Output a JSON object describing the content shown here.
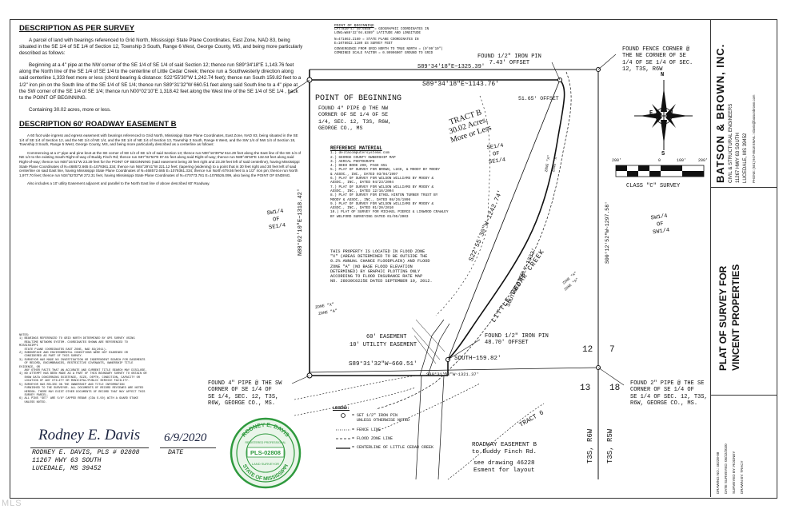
{
  "description_survey": {
    "heading": "DESCRIPTION AS PER SURVEY",
    "p1": "A parcel of land with bearings referenced to Grid North, Mississippi State Plane Coordinates, East Zone, NAD 83, being situated in the SE 1/4 of SE 1/4 of Section 12, Township 3 South, Range 6 West, George County, MS, and being more particularly described as follows:",
    "p2": "Beginning at a 4\" pipe at the NW corner of the SE 1/4 of SE 1/4 of said Section 12; thence run S89°34'18\"E 1,143.76 feet along the North line of the SE 1/4 of SE 1/4 to the centerline of Little Cedar Creek; thence run a Southwesterly direction along said centerline 1,333 feet more or less (chord bearing & distance: S22°55'30\"W 1,242.74 feet); thence run South 159.82 feet to a 1/2\" iron pin on the South line of the SE 1/4 of SE 1/4; thence run S89°31'32\"W 660.51 feet along said South line to a 4\" pipe at the SW corner of the SE 1/4 of SE 1/4; thence run N00°02'10\"E 1,318.42 feet along the West line of the SE 1/4 of SE 1/4 , back to the POINT OF BEGINNING.",
    "p3": "Containing 30.02 acres, more or less."
  },
  "description_easement": {
    "heading": "DESCRIPTION 60' ROADWAY EASEMENT B",
    "p1": "A 60 foot wide ingress and egress easement with bearings referenced to Grid North, Mississippi State Plane Coordinates, East Zone, NAD 83, being situated in the SE 1/4 of SE 1/4 of Section 12, and the NE 1/4 of NE 1/4, and the SE 1/4 of NE 1/4 of Section 13, Township 3 South, Range 6 West, and the SW 1/4 of NW 1/4 of Section 18, Township 3 South, Range 5 West, George County, MS, and being more particularly described as a centerline as follows:",
    "p2": "Commencing at a 2\" pipe and pine knot at the SE corner of SE 1/4 of SE 1/4 of said Section 13; thence run N00°16'39\"W 614.29 feet along the East line of the SE 1/4 of NE 1/4 to the existing South Right-of-way of Buddy Finch Rd; thence run S87°02'53\"E 87.61 feet along said Right-of-way; thence run N89°46'50\"E 132.53 feet along said Right-of-way; thence run N00°16'41\"W 23.39 feet for the POINT OF BEGINNING (said easement being 30 feet right and 23.39 feet left of said centerline), having Mississippi State Plane Coordinates of N=468572.665 E=1079361.334; thence run N84°29'41\"W 221.12 feet; (tapering (widening) to a point that is 30 feet right and 30 feet left of said centerline on said East line, having Mississippi State Plane Coordinates of N=468572.665 E=1079361.334; thence run North 679.56 feet to a 1/2\" iron pin; thence run North 1,977.70 feet; thence run N34°52'03\"W 272.31 feet, having Mississippi State Plane Coordinates of N=470773.781 E=1078526.099, also being the POINT OF ENDING.",
    "p3": "Also includes a 10' utility Easement adjacent and parallel to the North East line of above described 60' Roadway."
  },
  "notes": [
    "NOTES:",
    "1) BEARINGS REFERENCED TO GRID NORTH DETERMINED BY GPS SURVEY USING",
    "   REALTIME NETWORK SYSTEM. COORDINATES SHOWN ARE REFERENCED TO MISSISSIPPI",
    "   STATE PLANE COORDINATES EAST ZONE, NAD 83(2011).",
    "2) SUBSURFACE AND ENVIRONMENTAL CONDITIONS WERE NOT EXAMINED OR",
    "   CONSIDERED AS PART OF THIS SURVEY.",
    "3) SURVEYOR HAS MADE NO INVESTIGATION OR INDEPENDENT SEARCH FOR EASEMENTS",
    "   OF RECORD, ENCUMBRANCES, RESTRICTIVE COVENANTS, OWNERSHIP TITLE EVIDENCE, OR",
    "   ANY OTHER FACTS THAT AN ACCURATE AND CURRENT TITLE SEARCH MAY DISCLOSE.",
    "4) NO ATTEMPT HAS BEEN MADE AS A PART OF THIS BOUNDARY SURVEY TO OBTAIN OR",
    "   SHOW DATA CONCERNING EXISTENCE, SIZE, DEPTH, CONDITION, CAPACITY OR",
    "   LOCATION OF ANY UTILITY OR MUNICIPAL/PUBLIC SERVICE FACILITY.",
    "5) SURVEYOR HAS RELIED ON THE OWNERSHIP AND TITLE INFORMATION",
    "   FURNISHED TO THE SURVEYOR. ALL DOCUMENTS OF RECORD REVIEWED ARE NOTED",
    "   HEREON. THERE MAY EXIST OTHER DOCUMENTS OF RECORD THAT MAY AFFECT THIS",
    "   SURVEY PARCEL.",
    "6) ALL PINS 'SET' ARE 5/8\" CAPPED REBAR (CDA S-50) WITH A GUARD STAKE",
    "   UNLESS NOTED."
  ],
  "surveyor": {
    "signature": "Rodney E. Davis",
    "date_written": "6/9/2020",
    "name_line": "RODNEY E. DAVIS, PLS # 02808",
    "date_label": "DATE",
    "address1": "11267 HWY 63 SOUTH",
    "address2": "LUCEDALE, MS 39452"
  },
  "seal": {
    "top_text": "RODNEY E. DAVIS",
    "number": "PLS-02808",
    "middle": "LAND SURVEYOR",
    "bottom_text": "STATE OF MISSISSIPPI",
    "outer_text": "REGISTERED PROFESSIONAL"
  },
  "point_of_beginning_block": {
    "title": "POINT OF BEGINNING",
    "lat": "LAT=N30°47'49.6658\" = GEOGRAPHIC COORDINATES IN",
    "long": "LONG=W88°32'04.8369\"   LATITUDE AND LONGITUDE",
    "n": "N=471863.2160  = STATE PLANE COORDINATES IN",
    "e": "E=1078022.1180    US SURVEY FEET",
    "conv1": "CONVERGENCE FROM GRID NORTH TO TRUE NORTH = (0'09'10\")",
    "conv2": "COMBINED SCALE FACTOR = 0.99996007 GROUND TO GRID"
  },
  "reference": {
    "title": "REFERENCE MATERIAL",
    "items": [
      "1.) deltacomputersystems.com",
      "2.) GEORGE COUNTY OWNERSHIP MAP",
      "3.) AERIAL PHOTOGRAPH",
      "4.) DEED BOOK 290, PAGE 651",
      "5.) PLAT OF SURVEY FOR BROWN, LUCE, & MOODY BY MOODY",
      "    & ASSOC., INC., DATED 03/04/1997",
      "6.) PLAT OF SURVEY FOR WILSON WILLIAMS BY MOODY &",
      "    ASSOC., INC., DATED 04/23/2004",
      "7.) PLAT OF SURVEY FOR WILSON WILLIAMS BY MOODY &",
      "    ASSOC., INC., DATED 12/16/2004",
      "8.) PLAT OF SURVEY FOR ETHEL HINTON TURNER TRUST BY",
      "    MOODY & ASSOC., INC., DATED 08/26/1996",
      "9.) PLAT OF SURVEY FOR WILSON WILLIAMS BY MOODY &",
      "    ASSOC., INC., DATED 01/20/2010",
      "10.) PLAT OF SURVEY FOR MICHAEL PIERCE & LINWOOD CRAWLEY",
      "     BY WELFORD SURVEYING DATED 01/05/2003"
    ]
  },
  "flood_note": [
    "THIS PROPERTY IS LOCATED IN FLOOD ZONE",
    "\"X\" (AREAS DETERMINED TO BE OUTSIDE THE",
    "0.2% ANNUAL CHANCE FLOODPLAIN) AND FLOOD",
    "ZONE \"A\" (NO BASE FLOOD ELEVATION",
    "DETERMINED) BY GRAPHIC PLOTTING ONLY",
    "ACCORDING TO FLOOD INSURANCE RATE MAP",
    "NO. 28039C0225E DATED SEPTEMBER 19, 2012."
  ],
  "labels": {
    "pob_title": "POINT OF BEGINNING",
    "pob_desc": [
      "FOUND 4\" PIPE @ THE NW",
      "CORNER OF SE 1/4 OF SE",
      "1/4, SEC. 12, T3S, R6W,",
      "GEORGE CO., MS"
    ],
    "north_line_top": "S89°34'18\"E~1325.39'",
    "north_line": "S89°34'18\"E~1143.76'",
    "iron_pin_top": [
      "FOUND 1/2\" IRON PIN",
      "7.43' OFFSET"
    ],
    "offset_51": "51.65' OFFSET",
    "fence_corner": [
      "FOUND FENCE CORNER @",
      "THE NE CORNER OF SE",
      "1/4 OF SE 1/4 OF SEC.",
      "12, T3S, R6W"
    ],
    "tract_b": [
      "TRACT B",
      "30.02 Acres,",
      "More or Less"
    ],
    "west_line": "N00°02'10\"E~1318.42'",
    "chord": "S22°55'30\"W~1242.74'",
    "creek": "LITTLE CEDAR CREEK",
    "creek_dist": "SOUTHWESTERLY~1333'",
    "east_line": "S00°12'52\"W~1297.58'",
    "sw_left": [
      "SW1/4",
      "OF",
      "SE1/4"
    ],
    "se_mid": [
      "SE1/4",
      "OF",
      "SE1/4"
    ],
    "sw_right": [
      "SW1/4",
      "OF",
      "SW1/4"
    ],
    "zone_a_top": "ZONE \"A\"",
    "zone_x_top": "ZONE \"X\"",
    "zone_x_bot": "ZONE \"X\"",
    "zone_a_bot": "ZONE \"A\"",
    "zone_x_right": "ZONE \"X\"",
    "zone_a_right": "ZONE \"A\"",
    "easement_60": "60' EASEMENT",
    "utility_10": "10' UTILITY EASEMENT",
    "iron_pin_south": [
      "FOUND 1/2\" IRON PIN",
      "48.70' OFFSET"
    ],
    "south": "SOUTH~159.82'",
    "south_line": "S89°31'32\"W~660.51'",
    "south_line_full": "S89°31'32\"W~1321.37'",
    "sw_pipe": [
      "FOUND 4\" PIPE @ THE SW",
      "CORNER OF SE 1/4 OF",
      "SE 1/4, SEC. 12, T3S,",
      "R6W, GEORGE CO., MS."
    ],
    "se_pipe": [
      "FOUND 2\" PIPE @ THE SE",
      "CORNER OF SE 1/4 OF",
      "SE 1/4 OF SEC. 12, T3S,",
      "R6W, GEORGE CO., MS."
    ],
    "sec12": "12",
    "sec7": "7",
    "sec13": "13",
    "sec18": "18",
    "t3s_r6w": "T3S, R6W",
    "t3s_r5w": "T3S, R5W",
    "tract6": "TRACT 6",
    "roadway_b": [
      "ROADWAY EASEMENT B",
      "to Buddy Finch Rd."
    ],
    "see_drawing": [
      "see drawing 46228",
      "Esment for layout"
    ],
    "class_c": "CLASS \"C\" SURVEY",
    "scale": [
      "200'",
      "0",
      "100'",
      "200'"
    ],
    "compass": {
      "n": "N",
      "s": "S",
      "e": "E",
      "w": "W"
    }
  },
  "legend": {
    "title": "LEGEND:",
    "items": [
      "= SET 1/2\" IRON PIN",
      "  UNLESS OTHERWISE NOTED",
      "= FENCE LINE",
      "= FLOOD ZONE LINE",
      "= CENTERLINE OF LITTLE CEDAR CREEK"
    ]
  },
  "title_block": {
    "firm": "BATSON & BROWN, INC.",
    "firm_sub1": "CIVIL & STRUCTURAL ENGINEERS",
    "firm_sub2": "11267 HWY 63 SOUTH",
    "firm_sub3": "LUCEDALE, MS 39452",
    "firm_contact": "PHONE: (601) 947-8518  EMAIL: rdavis@batsonbrown.com",
    "title1": "PLAT OF SURVEY FOR",
    "title2": "VINCENT PROPERTIES",
    "drawing_no": "DRAWING NO.: 46228-08",
    "date_surveyed": "DATE SURVEYED: 05/22/2020",
    "surveyed_by": "SURVEYED BY: RODNEY",
    "drawn_by": "DRAWN BY: TRACY"
  },
  "watermark": "MLS"
}
